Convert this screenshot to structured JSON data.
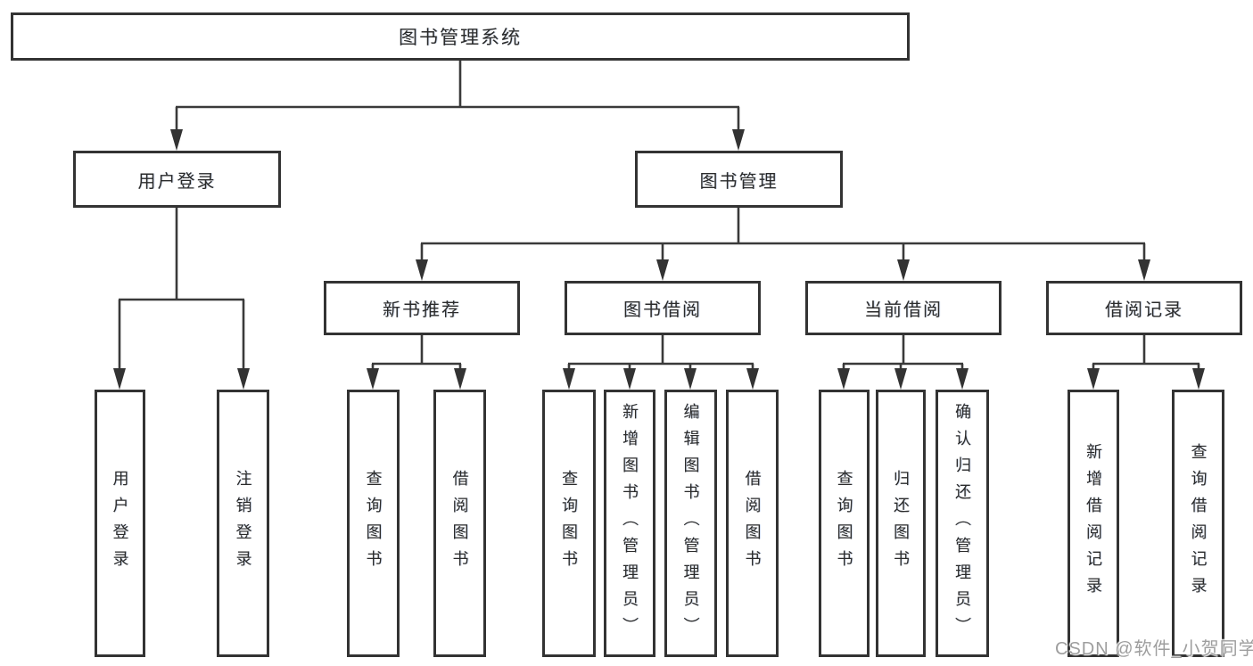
{
  "diagram": {
    "root": {
      "label": "图书管理系统"
    },
    "branches": [
      {
        "label": "用户登录",
        "children": [
          {
            "label": "用户登录"
          },
          {
            "label": "注销登录"
          }
        ]
      },
      {
        "label": "图书管理",
        "sections": [
          {
            "label": "新书推荐",
            "children": [
              {
                "label": "查询图书"
              },
              {
                "label": "借阅图书"
              }
            ]
          },
          {
            "label": "图书借阅",
            "children": [
              {
                "label": "查询图书"
              },
              {
                "label": "新增图书（管理员）"
              },
              {
                "label": "编辑图书（管理员）"
              },
              {
                "label": "借阅图书"
              }
            ]
          },
          {
            "label": "当前借阅",
            "children": [
              {
                "label": "查询图书"
              },
              {
                "label": "归还图书"
              },
              {
                "label": "确认归还（管理员）"
              }
            ]
          },
          {
            "label": "借阅记录",
            "children": [
              {
                "label": "新增借阅记录"
              },
              {
                "label": "查询借阅记录"
              }
            ]
          }
        ]
      }
    ]
  },
  "watermark": {
    "text": "CSDN @软件_小贺同学"
  },
  "colors": {
    "line": "#3a3a3a",
    "box_border": "#333333",
    "text": "#2b2b2b",
    "watermark": "#9e9e9e",
    "background": "#ffffff"
  }
}
